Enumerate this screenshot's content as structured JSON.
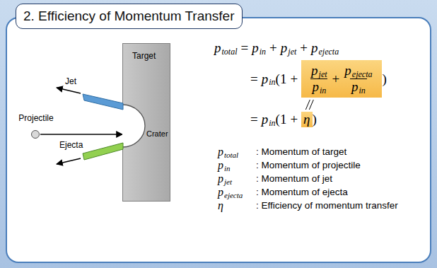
{
  "diagram": {
    "title": "2. Efficiency of Momentum Transfer",
    "nodes": [
      {
        "text": [
          "Target",
          "Crater"
        ]
      },
      {
        "text": [
          "Jet"
        ]
      },
      {
        "text": [
          "Projectile"
        ]
      },
      {
        "text": [
          "Ejecta"
        ]
      },
      {
        "text": [
          "p",
          "jet",
          "p",
          "in",
          "+",
          "p",
          "ejecta",
          "p",
          "in"
        ]
      },
      {
        "text": [
          "η"
        ]
      }
    ],
    "edges": [
      {
        "from": 2,
        "to": 0,
        "arrow": "to"
      },
      {
        "from": 4,
        "to": 5,
        "arrow": "none"
      }
    ],
    "labels": [
      "p",
      "total",
      "=",
      "p",
      "in",
      "+",
      "p",
      "jet",
      "+",
      "p",
      "ejecta",
      "=",
      "p",
      "in",
      "(",
      "1",
      "+",
      ")",
      "=",
      "p",
      "in",
      "(",
      "1",
      "+",
      ")",
      "p",
      "total",
      ": Momentum of target",
      "p",
      "in",
      ": Momentum of projectile",
      "p",
      "jet",
      ": Momentum of jet",
      "p",
      "ejecta",
      ": Momentum of ejecta",
      "η",
      ": Efficiency of momentum transfer"
    ]
  }
}
